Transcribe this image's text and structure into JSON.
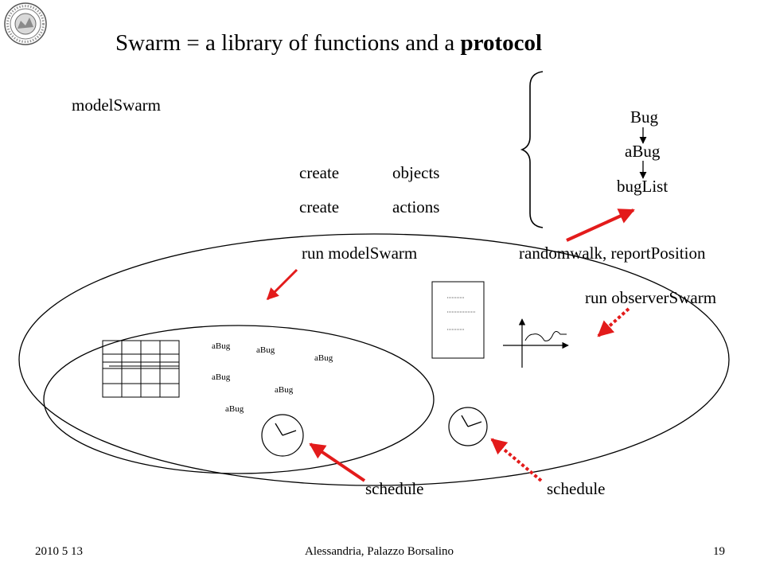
{
  "slide": {
    "title_main": "Swarm = a library of functions and a ",
    "title_bold": "protocol"
  },
  "diagram": {
    "model_swarm": "modelSwarm",
    "class_names": [
      "Bug",
      "aBug",
      "bugList"
    ],
    "create_rows": [
      {
        "verb": "create",
        "object": "objects"
      },
      {
        "verb": "create",
        "object": "actions"
      }
    ],
    "run_model_swarm": "run modelSwarm",
    "methods": "randomwalk, reportPosition",
    "run_observer_swarm": "run observerSwarm",
    "bug_labels": [
      "aBug",
      "aBug",
      "aBug",
      "aBug",
      "aBug",
      "aBug"
    ],
    "schedule_left": "schedule",
    "schedule_right": "schedule",
    "accent_color": "#e31b1b"
  },
  "footer": {
    "date": "2010 5 13",
    "venue": "Alessandria, Palazzo Borsalino",
    "page": "19"
  }
}
